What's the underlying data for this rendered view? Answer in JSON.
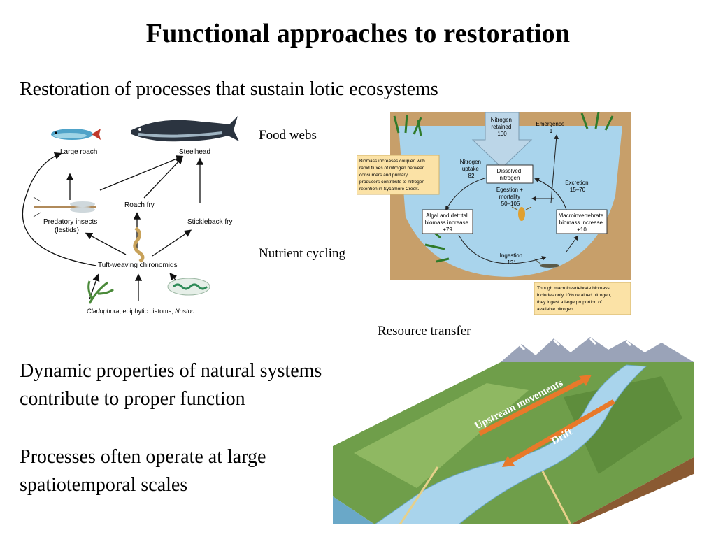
{
  "slide": {
    "title": "Functional approaches to restoration",
    "bullets": {
      "b1": "Restoration of processes that sustain lotic ecosystems",
      "b2_line1": "Dynamic properties of natural systems",
      "b2_line2": "contribute to proper function",
      "b3_line1": "Processes often operate at large",
      "b3_line2": "spatiotemporal scales"
    },
    "labels": {
      "food_webs": "Food webs",
      "nutrient_cycling": "Nutrient cycling",
      "resource_transfer": "Resource transfer"
    }
  },
  "food_web": {
    "nodes": {
      "large_roach": "Large roach",
      "steelhead": "Steelhead",
      "roach_fry": "Roach fry",
      "predatory_insects_1": "Predatory insects",
      "predatory_insects_2": "(lestids)",
      "stickleback_fry": "Stickleback fry",
      "chironomids": "Tuft-weaving chironomids",
      "producers_1": "Cladophora",
      "producers_2": ", epiphytic diatoms, ",
      "producers_3": "Nostoc"
    }
  },
  "nitrogen": {
    "retained": [
      "Nitrogen",
      "retained",
      "100"
    ],
    "uptake": [
      "Nitrogen",
      "uptake",
      "82"
    ],
    "dissolved": [
      "Dissolved",
      "nitrogen"
    ],
    "emergence": [
      "Emergence",
      "1"
    ],
    "excretion": [
      "Excretion",
      "15–70"
    ],
    "egestion": [
      "Egestion +",
      "mortality",
      "50–105"
    ],
    "algal": [
      "Algal and detrital",
      "biomass increase",
      "+79"
    ],
    "macro": [
      "Macroinvertebrate",
      "biomass increase",
      "+10"
    ],
    "ingestion": [
      "Ingestion",
      "131"
    ],
    "note_left": [
      "Biomass increases coupled with",
      "rapid fluxes of nitrogen between",
      "consumers and primary",
      "producers contribute to nitrogen",
      "retention in Sycamore Creek."
    ],
    "note_right": [
      "Though macroinvertebrate biomass",
      "includes only 10% retained nitrogen,",
      "they ingest a large proportion of",
      "available nitrogen."
    ]
  },
  "landscape": {
    "upstream": "Upstream movements",
    "drift": "Drift"
  },
  "colors": {
    "water": "#a9d4ec",
    "sediment": "#c79f6a",
    "note_box": "#fbe2a6",
    "arrow_orange": "#e8792a"
  }
}
